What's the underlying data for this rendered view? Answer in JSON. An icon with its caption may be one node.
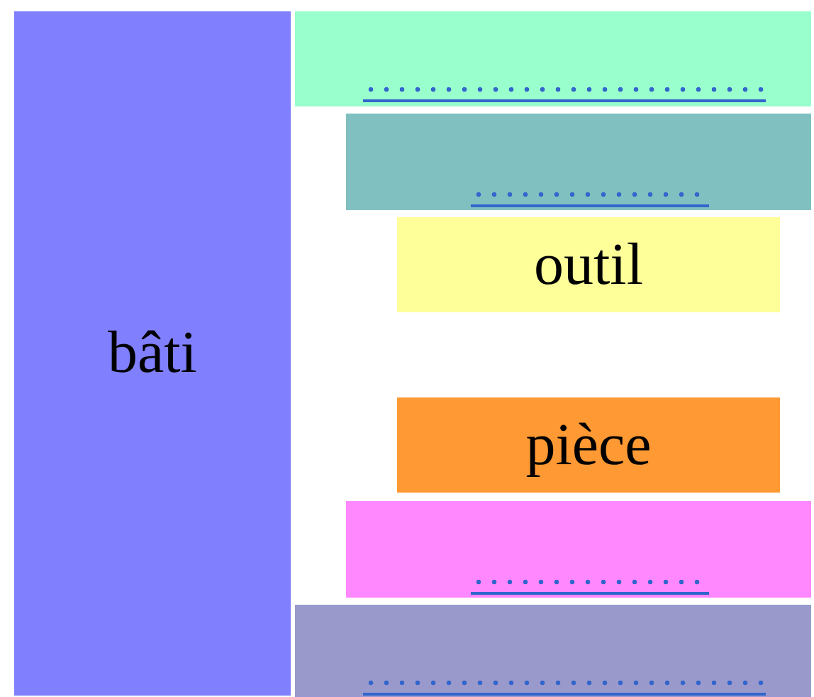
{
  "diagram": {
    "nodes": [
      {
        "text": [
          "bâti"
        ]
      },
      {
        "text": [],
        "shape": "box"
      },
      {
        "text": [],
        "shape": "box"
      },
      {
        "text": [
          "outil"
        ]
      },
      {
        "text": [
          "pièce"
        ]
      },
      {
        "text": [],
        "shape": "box"
      },
      {
        "text": [],
        "shape": "box"
      }
    ]
  }
}
